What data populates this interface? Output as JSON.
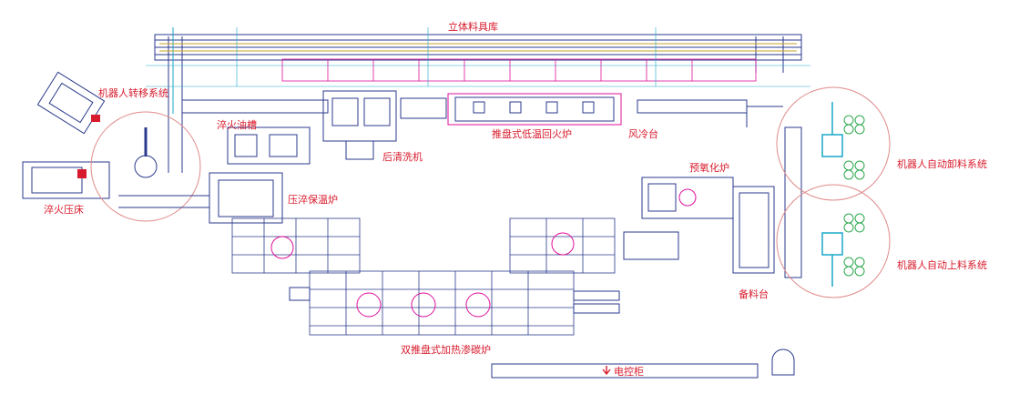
{
  "colors": {
    "label": "#d81b2c",
    "structure": "#2b3a8c",
    "accent": "#e0109a",
    "guide": "#1aa7c9",
    "circle": "#e08a8a",
    "rail": "#c9a227",
    "greenline": "#2fa84f"
  },
  "labels": {
    "warehouse": "立体料具库",
    "robot_transfer": "机器人转移系统",
    "quench_tank": "淬火油槽",
    "post_wash": "后清洗机",
    "tempering": "推盘式低温回火炉",
    "air_cool": "风冷台",
    "pre_oxidation": "预氧化炉",
    "quench_press": "淬火压床",
    "press_hold": "压淬保温炉",
    "auto_unload": "机器人自动卸料系统",
    "auto_load": "机器人自动上料系统",
    "staging": "备料台",
    "carburizing": "双推盘式加热渗碳炉",
    "control_cabinet": "电控柜"
  },
  "icons": {
    "cabinet_marker": "down-arrow-icon"
  }
}
